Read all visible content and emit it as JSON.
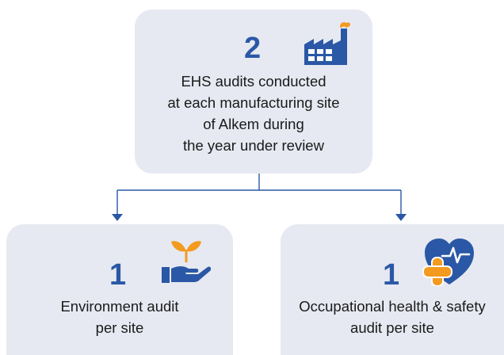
{
  "top": {
    "value": "2",
    "lines": [
      "EHS audits conducted",
      "at each manufacturing site",
      "of Alkem during",
      "the year under review"
    ],
    "icon": "factory-icon"
  },
  "left": {
    "value": "1",
    "lines": [
      "Environment audit",
      "per site"
    ],
    "icon": "plant-in-hand-icon"
  },
  "right": {
    "value": "1",
    "lines": [
      "Occupational health & safety",
      "audit per site"
    ],
    "icon": "heart-health-icon"
  },
  "colors": {
    "box": "#e6e9f1",
    "accent": "#2a58a6",
    "orange": "#f39a1f",
    "text": "#1a1a1a"
  }
}
